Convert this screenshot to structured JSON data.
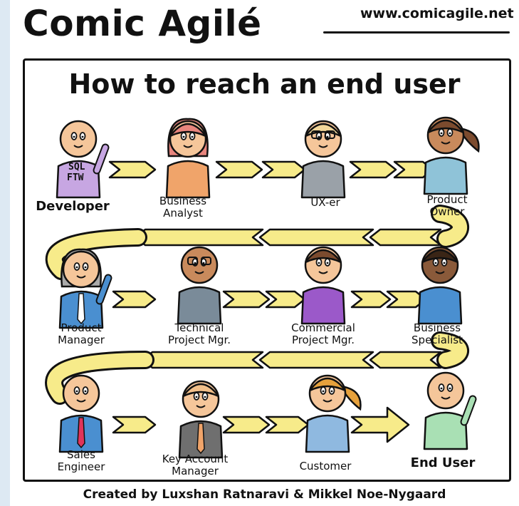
{
  "header": {
    "brand": "Comic Agilé",
    "site": "www.comicagile.net"
  },
  "comic": {
    "title": "How to reach an end user",
    "badge_lines": [
      "SQL",
      "FTW"
    ],
    "credit": "Created by Luxshan Ratnaravi & Mikkel Noe-Nygaard",
    "roles": [
      {
        "l1": "Developer",
        "l2": ""
      },
      {
        "l1": "Business",
        "l2": "Analyst"
      },
      {
        "l1": "UX-er",
        "l2": ""
      },
      {
        "l1": "Product",
        "l2": "Owner"
      },
      {
        "l1": "Product",
        "l2": "Manager"
      },
      {
        "l1": "Technical",
        "l2": "Project Mgr."
      },
      {
        "l1": "Commercial",
        "l2": "Project Mgr."
      },
      {
        "l1": "Business",
        "l2": "Specialist"
      },
      {
        "l1": "Sales",
        "l2": "Engineer"
      },
      {
        "l1": "Key Account",
        "l2": "Manager"
      },
      {
        "l1": "Customer",
        "l2": ""
      },
      {
        "l1": "End User",
        "l2": ""
      }
    ]
  },
  "colors": {
    "arrow_fill": "#f7eb8a",
    "outline": "#111111",
    "page_bg": "#dde9f3"
  }
}
